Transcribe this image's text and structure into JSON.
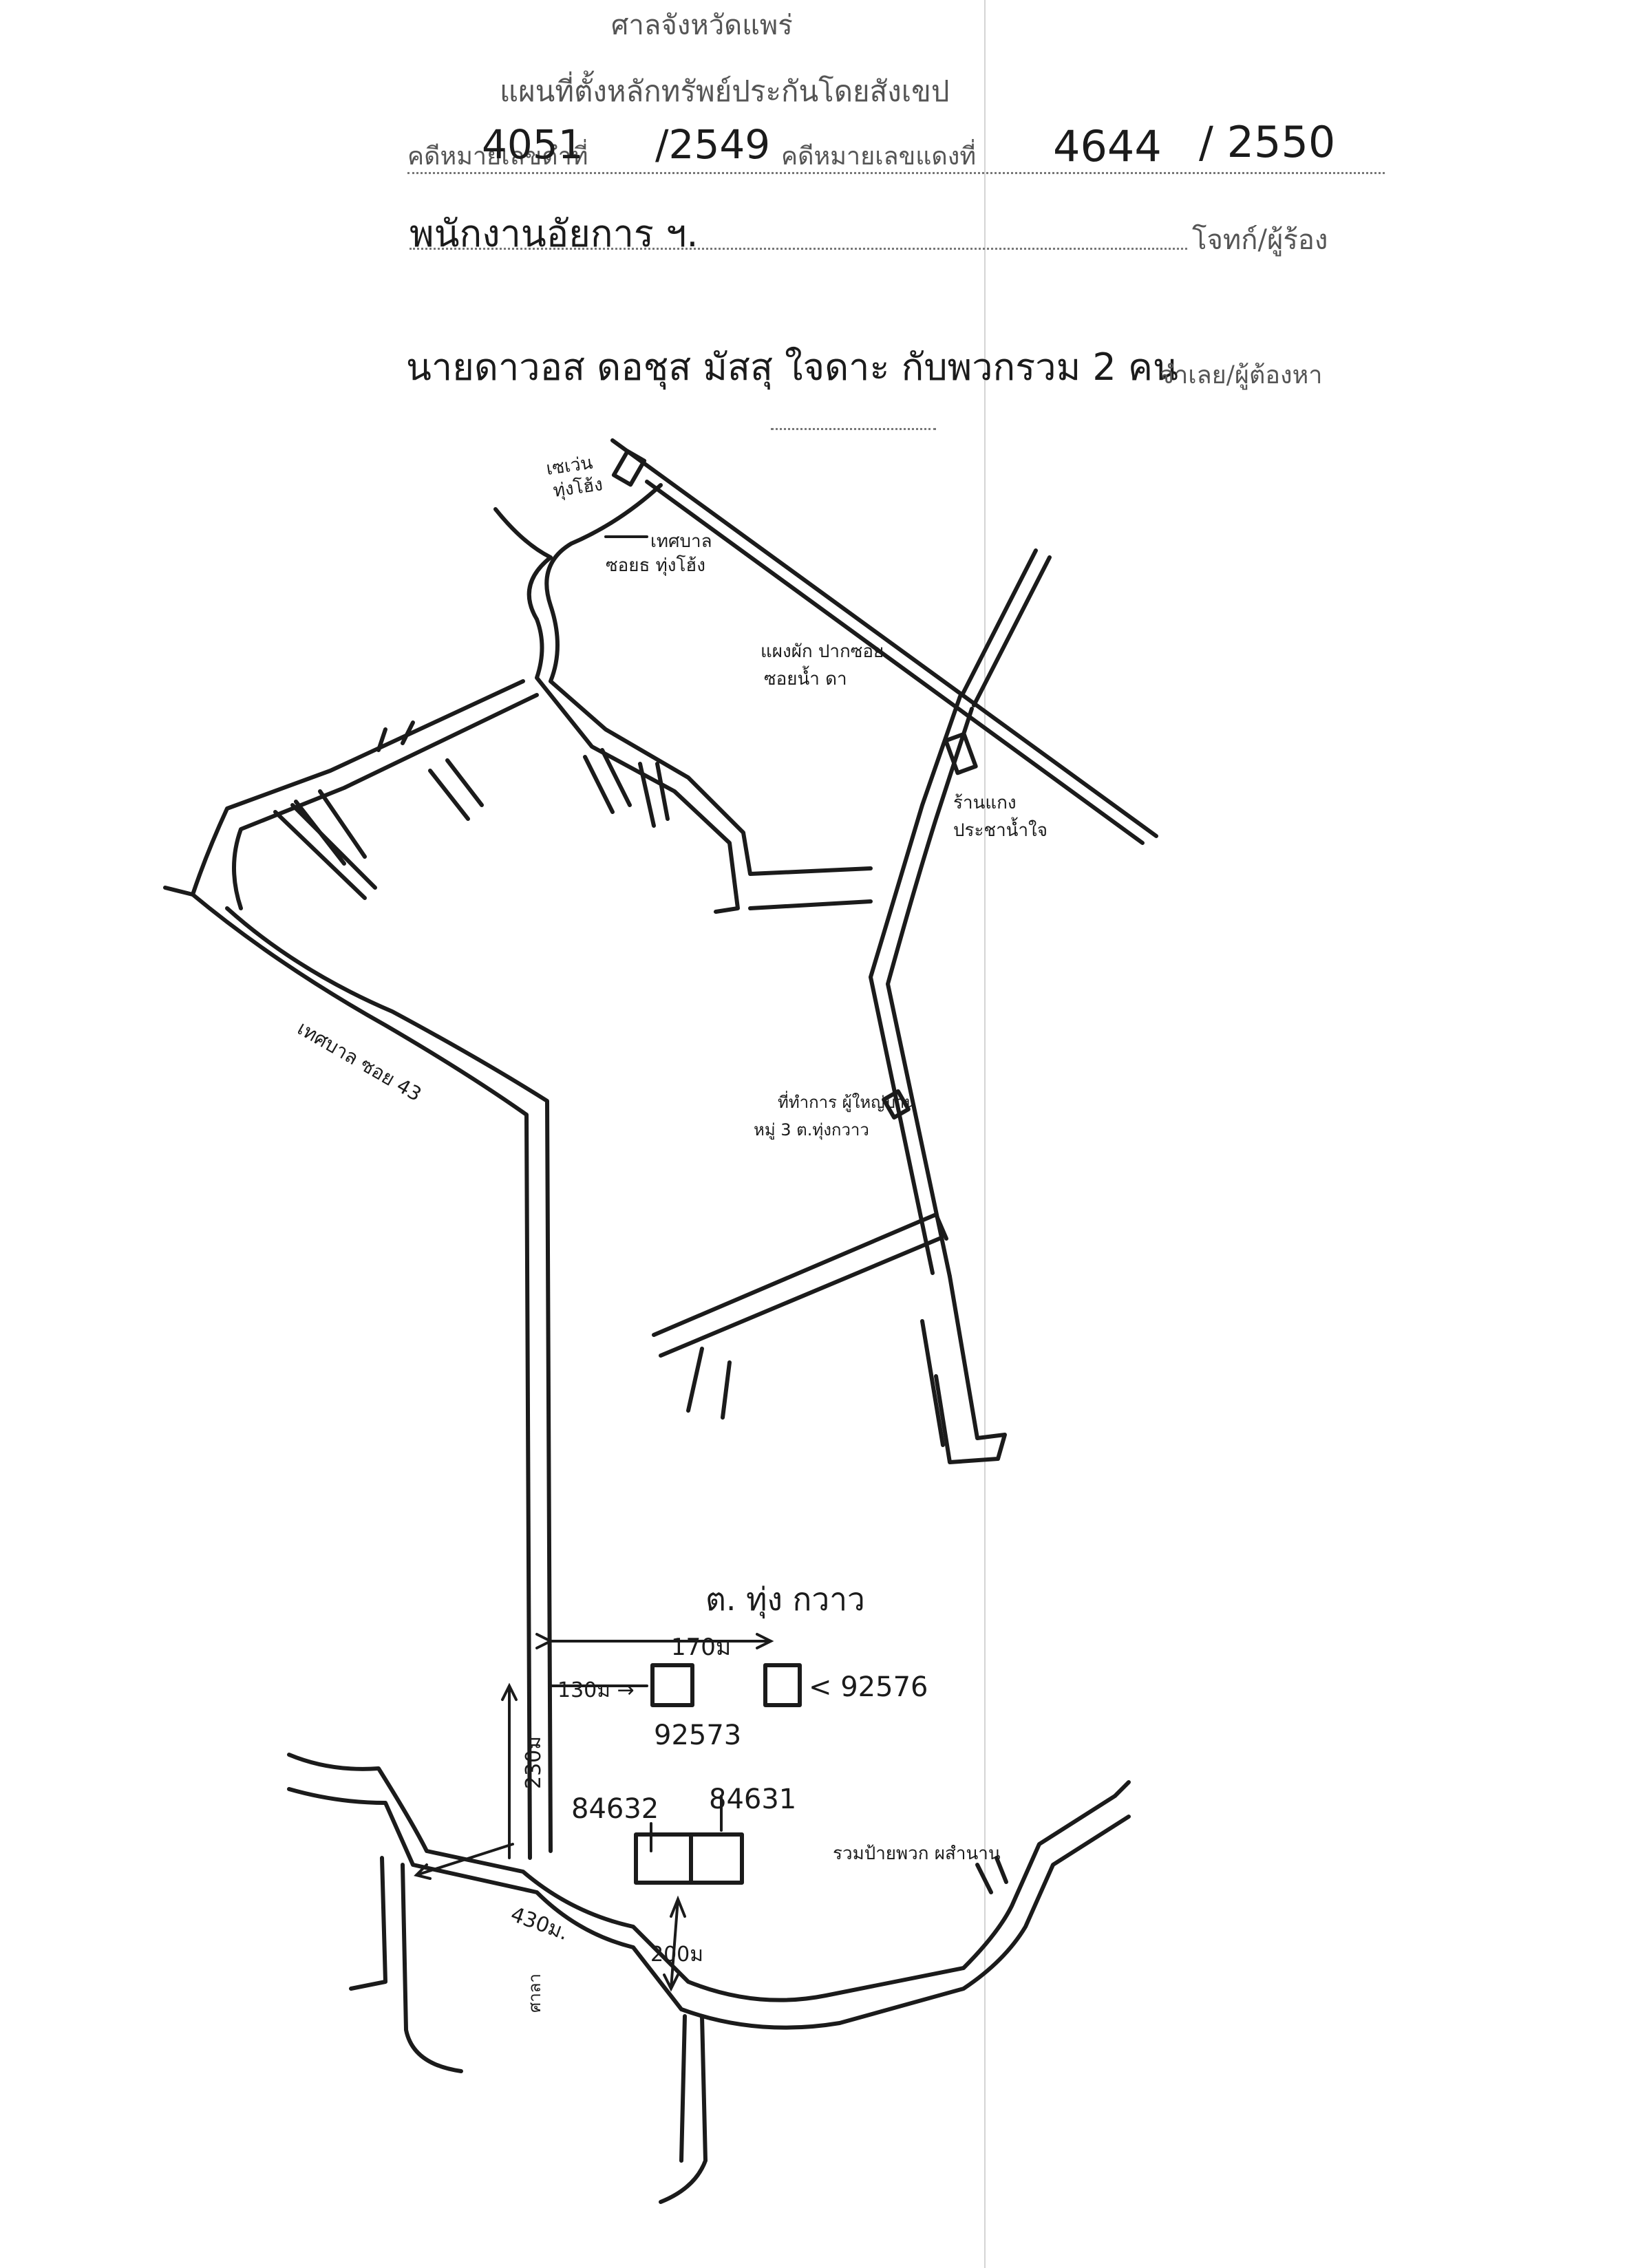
{
  "header": {
    "court": "ศาลจังหวัดแพร่",
    "title": "แผนที่ตั้งหลักทรัพย์ประกันโดยสังเขป",
    "black_case_prefix": "คดีหมายเลขดำที่",
    "black_case_number": "4051",
    "black_case_year": "/2549",
    "red_case_prefix": "คดีหมายเลขแดงที่",
    "red_case_number": "4644",
    "red_case_year": "/ 2550",
    "plaintiff_name": "พนักงานอัยการ ฯ.",
    "plaintiff_role": "โจทก์/ผู้ร้อง",
    "defendant_name": "นายดาวอส ดอชุส มัสสุ ใจดาะ กับพวกรวม 2 คน",
    "defendant_role": "จำเลย/ผู้ต้องหา"
  },
  "map": {
    "landmarks": {
      "hospital_top_line1": "เซเว่น",
      "hospital_top_line2": "ทุ่งโฮ้ง",
      "municipal_road_line1": "เทศบาล",
      "municipal_road_line2": "ซอยธ ทุ่งโฮ้ง",
      "shrine_line1": "แผงผัก ปากซอย",
      "shrine_line2": "ซอยน้ำ ดา",
      "shop_line1": "ร้านแกง",
      "shop_line2": "ประชาน้ำใจ",
      "village_line1": "ที่ทำการ ผู้ใหญ่บ้าน",
      "village_line2": "หมู่ 3 ต.ทุ่งกวาว",
      "soi43": "เทศบาล ซอย 43",
      "subdistrict": "ต. ทุ่ง กวาว",
      "sala": "ศาลา",
      "farm": "รวมป้ายพวก ผสำนาน"
    },
    "distances": {
      "d170": "170ม",
      "d130": "130ม →",
      "d230": "230ม",
      "d430": "430ม.",
      "d200": "200ม"
    },
    "parcels": {
      "p92573": "92573",
      "p92576": "< 92576",
      "p84632": "84632",
      "p84631": "84631"
    }
  }
}
